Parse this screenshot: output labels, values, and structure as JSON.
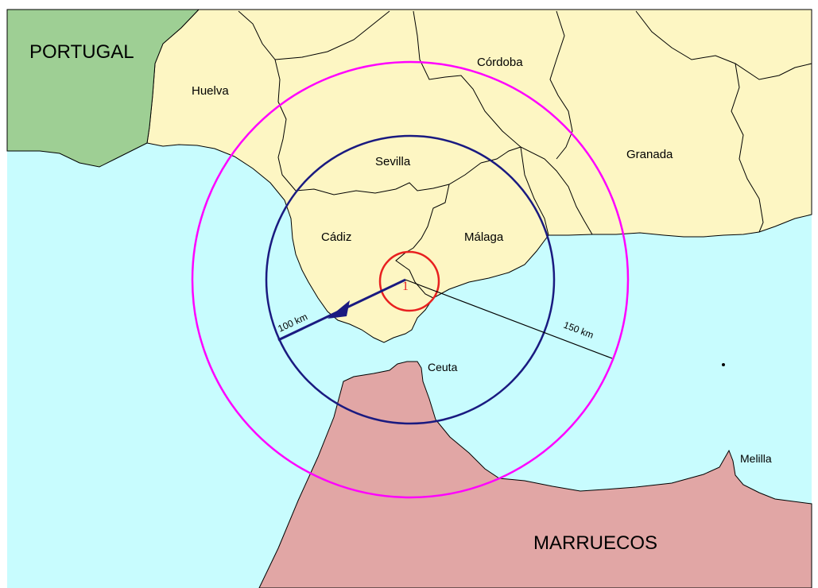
{
  "colors": {
    "sea": "#c8fcfe",
    "spain": "#fdf6c3",
    "portugal": "#9ecf94",
    "morocco": "#e1a6a5",
    "borders": "#000000",
    "circle_outer": "#ff00ff",
    "circle_middle": "#1a1a80",
    "circle_inner": "#e82020",
    "radius_100": "#1a1a80",
    "radius_150": "#000000"
  },
  "labels": {
    "portugal": "PORTUGAL",
    "marruecos": "MARRUECOS",
    "huelva": "Huelva",
    "cordoba": "Córdoba",
    "granada": "Granada",
    "sevilla": "Sevilla",
    "cadiz": "Cádiz",
    "malaga": "Málaga",
    "ceuta": "Ceuta",
    "melilla": "Melilla",
    "radius_100": "100 km",
    "radius_150": "150 km",
    "center_marker": "1"
  }
}
